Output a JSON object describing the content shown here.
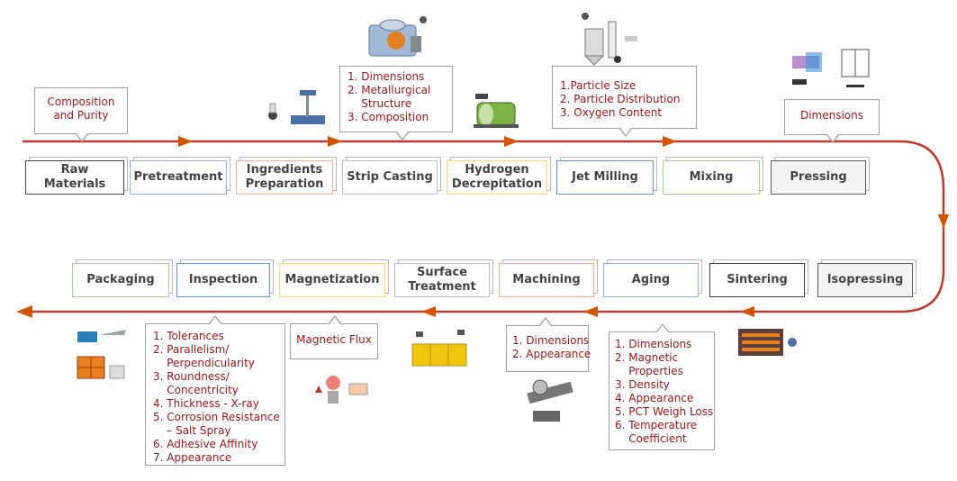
{
  "steps_row1": [
    {
      "label": "Raw Materials",
      "lines": [
        "Raw",
        "Materials"
      ],
      "color": "#444444"
    },
    {
      "label": "Pretreatment",
      "lines": [
        "Pretreatment"
      ],
      "color": "#8db3e2"
    },
    {
      "label": "Ingredients Preparation",
      "lines": [
        "Ingredients",
        "Preparation"
      ],
      "color": "#f4b183"
    },
    {
      "label": "Strip Casting",
      "lines": [
        "Strip Casting"
      ],
      "color": "#bfbfbf"
    },
    {
      "label": "Hydrogen Decrepitation",
      "lines": [
        "Hydrogen",
        "Decrepitation"
      ],
      "color": "#ffd966"
    },
    {
      "label": "Jet Milling",
      "lines": [
        "Jet Milling"
      ],
      "color": "#5b9bd5"
    },
    {
      "label": "Mixing",
      "lines": [
        "Mixing"
      ],
      "color": "#a9d18e"
    },
    {
      "label": "Pressing",
      "lines": [
        "Pressing"
      ],
      "color": "#595959"
    }
  ],
  "steps_row2": [
    {
      "label": "Packaging",
      "lines": [
        "Packaging"
      ],
      "color": "#a9d18e"
    },
    {
      "label": "Inspection",
      "lines": [
        "Inspection"
      ],
      "color": "#5b9bd5"
    },
    {
      "label": "Magnetization",
      "lines": [
        "Magnetization"
      ],
      "color": "#ffd966"
    },
    {
      "label": "Surface Treatment",
      "lines": [
        "Surface",
        "Treatment"
      ],
      "color": "#bfbfbf"
    },
    {
      "label": "Machining",
      "lines": [
        "Machining"
      ],
      "color": "#f4b183"
    },
    {
      "label": "Aging",
      "lines": [
        "Aging"
      ],
      "color": "#8db3e2"
    },
    {
      "label": "Sintering",
      "lines": [
        "Sintering"
      ],
      "color": "#444444"
    },
    {
      "label": "Isopressing",
      "lines": [
        "Isopressing"
      ],
      "color": "#595959"
    }
  ],
  "callouts": {
    "raw_materials": {
      "lines": [
        "Composition",
        "and Purity"
      ]
    },
    "strip_casting": {
      "lines": [
        "1. Dimensions",
        "2. Metallurgical",
        "    Structure",
        "3. Composition"
      ]
    },
    "jet_milling": {
      "lines": [
        "1.Particle Size",
        "2. Particle Distribution",
        "3. Oxygen Content"
      ]
    },
    "pressing": {
      "lines": [
        "Dimensions"
      ]
    },
    "inspection": {
      "lines": [
        "1. Tolerances",
        "2. Parallelism/",
        "    Perpendicularity",
        "3. Roundness/",
        "    Concentricity",
        "4. Thickness - X-ray",
        "5. Corrosion Resistance",
        "    – Salt Spray",
        "6. Adhesive Affinity",
        "7. Appearance"
      ]
    },
    "magnetization": {
      "lines": [
        "Magnetic Flux"
      ]
    },
    "machining": {
      "lines": [
        "1. Dimensions",
        "2. Appearance"
      ]
    },
    "aging": {
      "lines": [
        "1. Dimensions",
        "2. Magnetic",
        "    Properties",
        "3. Density",
        "4. Appearance",
        "5. PCT Weigh Loss",
        "6. Temperature",
        "    Coefficient"
      ]
    }
  },
  "colors": {
    "flow_line": "#c0392b",
    "arrow": "#d35400",
    "callout_text": "#a31515",
    "callout_border": "#a0a0a0"
  },
  "illustrations": [
    {
      "name": "strip-casting-furnace-image"
    },
    {
      "name": "weighing-scale-image"
    },
    {
      "name": "hydrogen-reactor-image"
    },
    {
      "name": "jet-mill-image"
    },
    {
      "name": "press-machine-image"
    },
    {
      "name": "sintering-furnace-image"
    },
    {
      "name": "machining-tool-image"
    },
    {
      "name": "surface-treatment-line-image"
    },
    {
      "name": "magnetizer-image"
    },
    {
      "name": "shipping-packages-image"
    }
  ]
}
